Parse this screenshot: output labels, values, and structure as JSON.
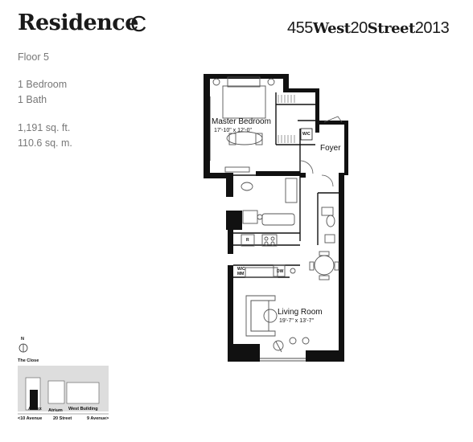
{
  "header": {
    "title_word": "Residence",
    "title_letter": "C",
    "address_num1": "455",
    "address_west": "West",
    "address_num2": "20",
    "address_street": "Street",
    "address_num3": "2013"
  },
  "info": {
    "floor": "Floor 5",
    "bedrooms": "1 Bedroom",
    "baths": "1 Bath",
    "area_sqft": "1,191 sq. ft.",
    "area_sqm": "110.6 sq. m."
  },
  "rooms": {
    "master_bedroom": {
      "name": "Master Bedroom",
      "dims": "17'-10\" x 12'-0\""
    },
    "foyer": {
      "name": "Foyer"
    },
    "living_room": {
      "name": "Living Room",
      "dims": "19'-7\" x 13'-7\""
    },
    "wic_bedroom": "W/C",
    "wic_mm": "W/C\nMM",
    "dishwasher": "DW",
    "refrigerator": "R"
  },
  "key_plan": {
    "compass": "N",
    "title": "The Close",
    "labels": [
      "Annex",
      "Atrium",
      "West Building"
    ],
    "streets": [
      "<10 Avenue",
      "20 Street",
      "9 Avenue>"
    ]
  },
  "colors": {
    "wall": "#111111",
    "fixture": "#555555",
    "keyplan_fill": "#dddddd"
  }
}
